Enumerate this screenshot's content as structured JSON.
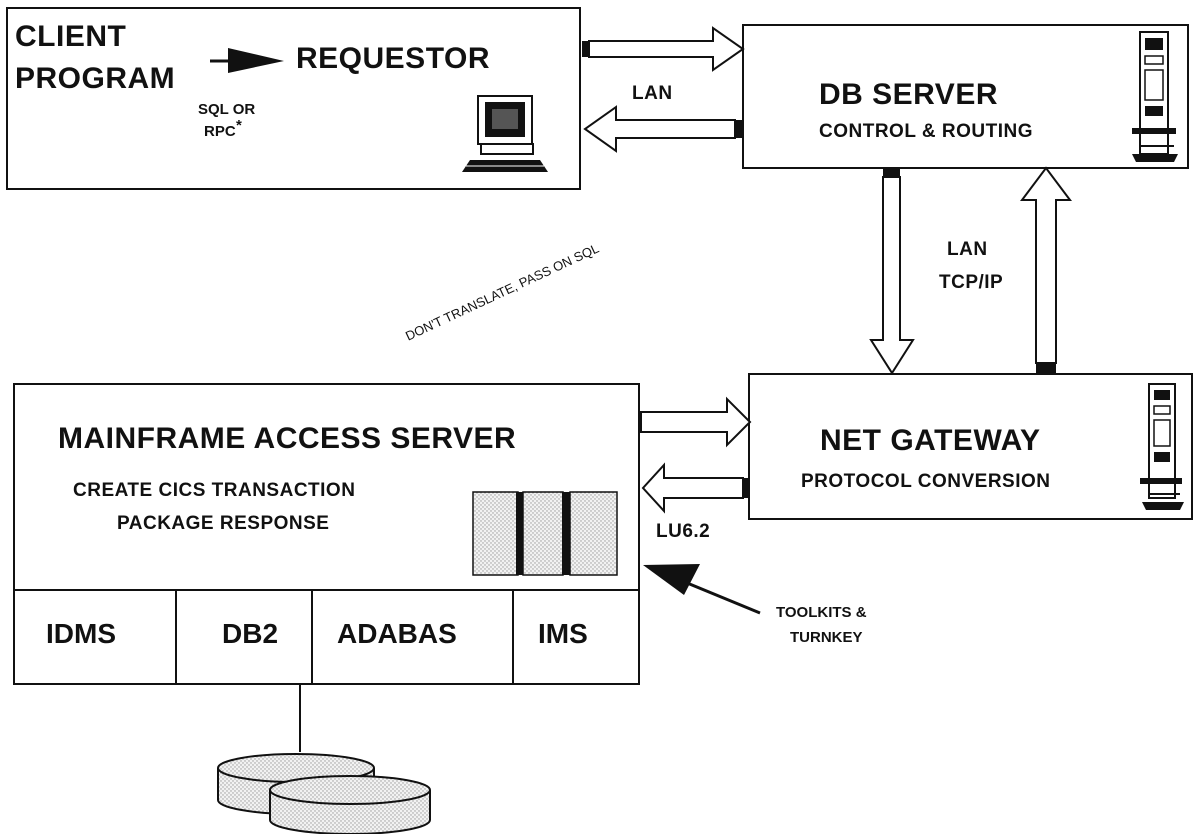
{
  "client": {
    "program_line1": "CLIENT",
    "program_line2": "PROGRAM",
    "requestor": "REQUESTOR",
    "sql_line1": "SQL OR",
    "sql_line2": "RPC",
    "asterisk": "*"
  },
  "db_server": {
    "title": "DB SERVER",
    "subtitle": "CONTROL & ROUTING"
  },
  "lan_top": "LAN",
  "lan_tcp_line1": "LAN",
  "lan_tcp_line2": "TCP/IP",
  "dont_translate": "DON'T TRANSLATE, PASS ON SQL",
  "mainframe": {
    "title": "MAINFRAME ACCESS SERVER",
    "line1": "CREATE CICS TRANSACTION",
    "line2": "PACKAGE RESPONSE",
    "databases": [
      "IDMS",
      "DB2",
      "ADABAS",
      "IMS"
    ]
  },
  "gateway": {
    "title": "NET GATEWAY",
    "subtitle": "PROTOCOL CONVERSION"
  },
  "lu62": "LU6.2",
  "toolkits_line1": "TOOLKITS &",
  "toolkits_line2": "TURNKEY"
}
